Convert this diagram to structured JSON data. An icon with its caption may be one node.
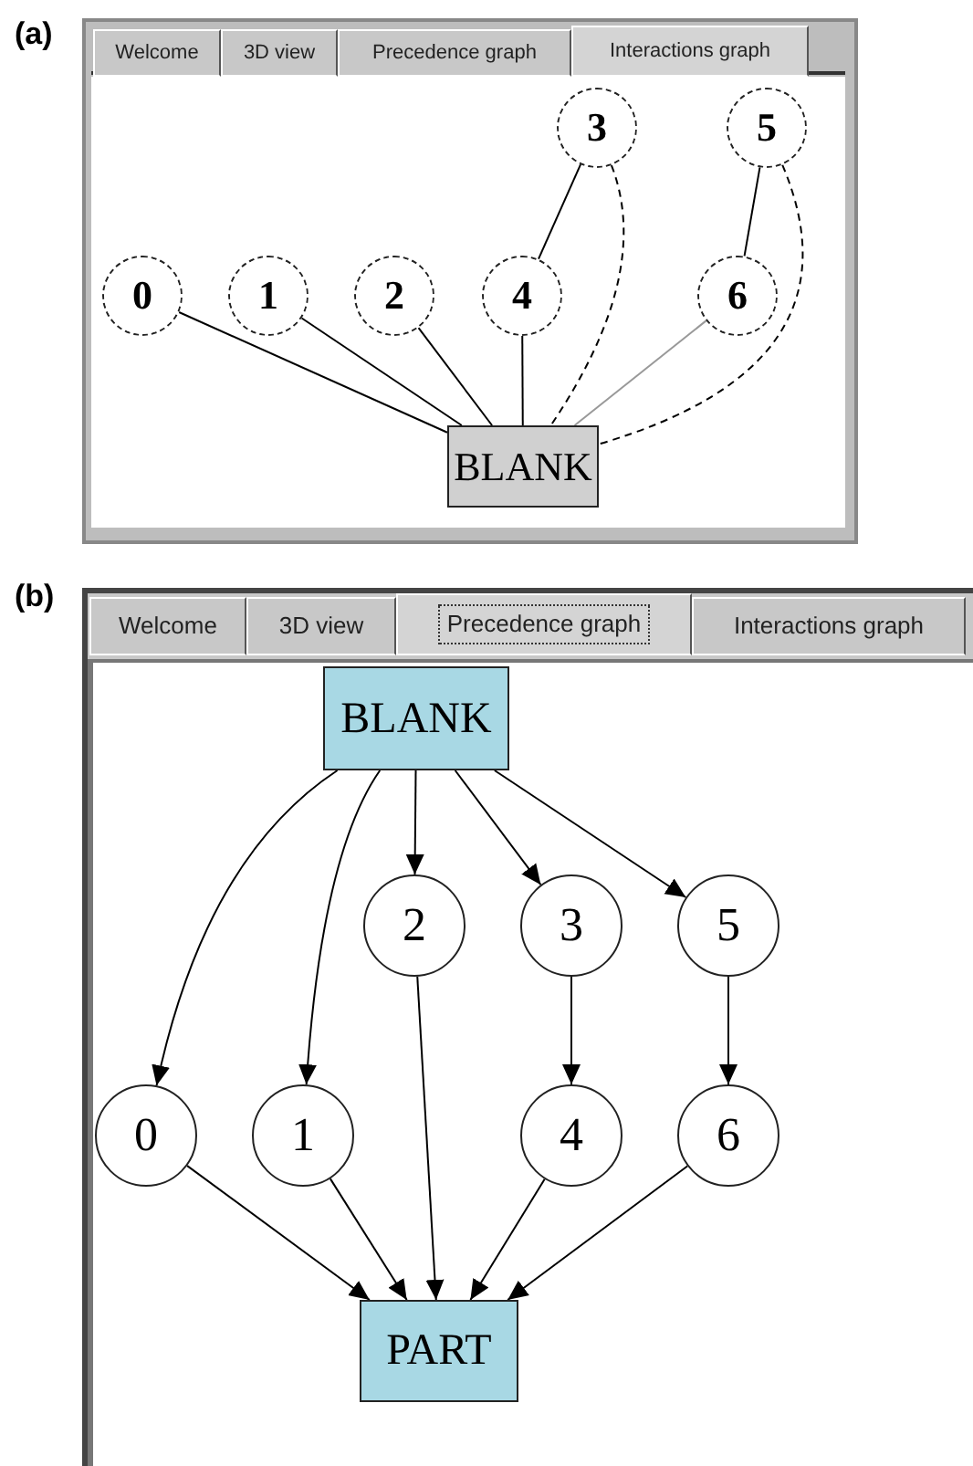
{
  "diagram": {
    "nodes": [
      {
        "text": [
          "3"
        ]
      },
      {
        "text": [
          "5"
        ]
      },
      {
        "text": [
          "0"
        ]
      },
      {
        "text": [
          "1"
        ]
      },
      {
        "text": [
          "2"
        ]
      },
      {
        "text": [
          "4"
        ]
      },
      {
        "text": [
          "6"
        ]
      },
      {
        "text": [
          "BLANK"
        ]
      },
      {
        "text": [
          "BLANK"
        ]
      },
      {
        "text": [
          "2"
        ]
      },
      {
        "text": [
          "3"
        ]
      },
      {
        "text": [
          "5"
        ]
      },
      {
        "text": [
          "0"
        ]
      },
      {
        "text": [
          "1"
        ]
      },
      {
        "text": [
          "4"
        ]
      },
      {
        "text": [
          "6"
        ]
      },
      {
        "text": [
          "PART"
        ]
      }
    ],
    "edges": [
      {
        "from": 2,
        "to": 7,
        "arrow": "none"
      },
      {
        "from": 3,
        "to": 7,
        "arrow": "none"
      },
      {
        "from": 4,
        "to": 7,
        "arrow": "none"
      },
      {
        "from": 5,
        "to": 7,
        "arrow": "none"
      },
      {
        "from": 6,
        "to": 7,
        "arrow": "none",
        "color": "#999999"
      },
      {
        "from": 0,
        "to": 5,
        "arrow": "none"
      },
      {
        "from": 1,
        "to": 6,
        "arrow": "none"
      },
      {
        "from": 0,
        "to": 7,
        "arrow": "none",
        "style": "dashed"
      },
      {
        "from": 1,
        "to": 7,
        "arrow": "none",
        "style": "dashed"
      },
      {
        "from": 8,
        "to": 12,
        "arrow": "to"
      },
      {
        "from": 8,
        "to": 13,
        "arrow": "to"
      },
      {
        "from": 8,
        "to": 9,
        "arrow": "to"
      },
      {
        "from": 8,
        "to": 10,
        "arrow": "to"
      },
      {
        "from": 8,
        "to": 11,
        "arrow": "to"
      },
      {
        "from": 10,
        "to": 14,
        "arrow": "to"
      },
      {
        "from": 11,
        "to": 15,
        "arrow": "to"
      },
      {
        "from": 12,
        "to": 16,
        "arrow": "to"
      },
      {
        "from": 13,
        "to": 16,
        "arrow": "to"
      },
      {
        "from": 9,
        "to": 16,
        "arrow": "to"
      },
      {
        "from": 14,
        "to": 16,
        "arrow": "to"
      },
      {
        "from": 15,
        "to": 16,
        "arrow": "to"
      }
    ],
    "labels": [
      "(a)",
      "Welcome",
      "3D view",
      "Precedence graph",
      "Interactions graph",
      "(b)",
      "Welcome",
      "3D view",
      "Precedence graph",
      "Interactions graph"
    ]
  }
}
